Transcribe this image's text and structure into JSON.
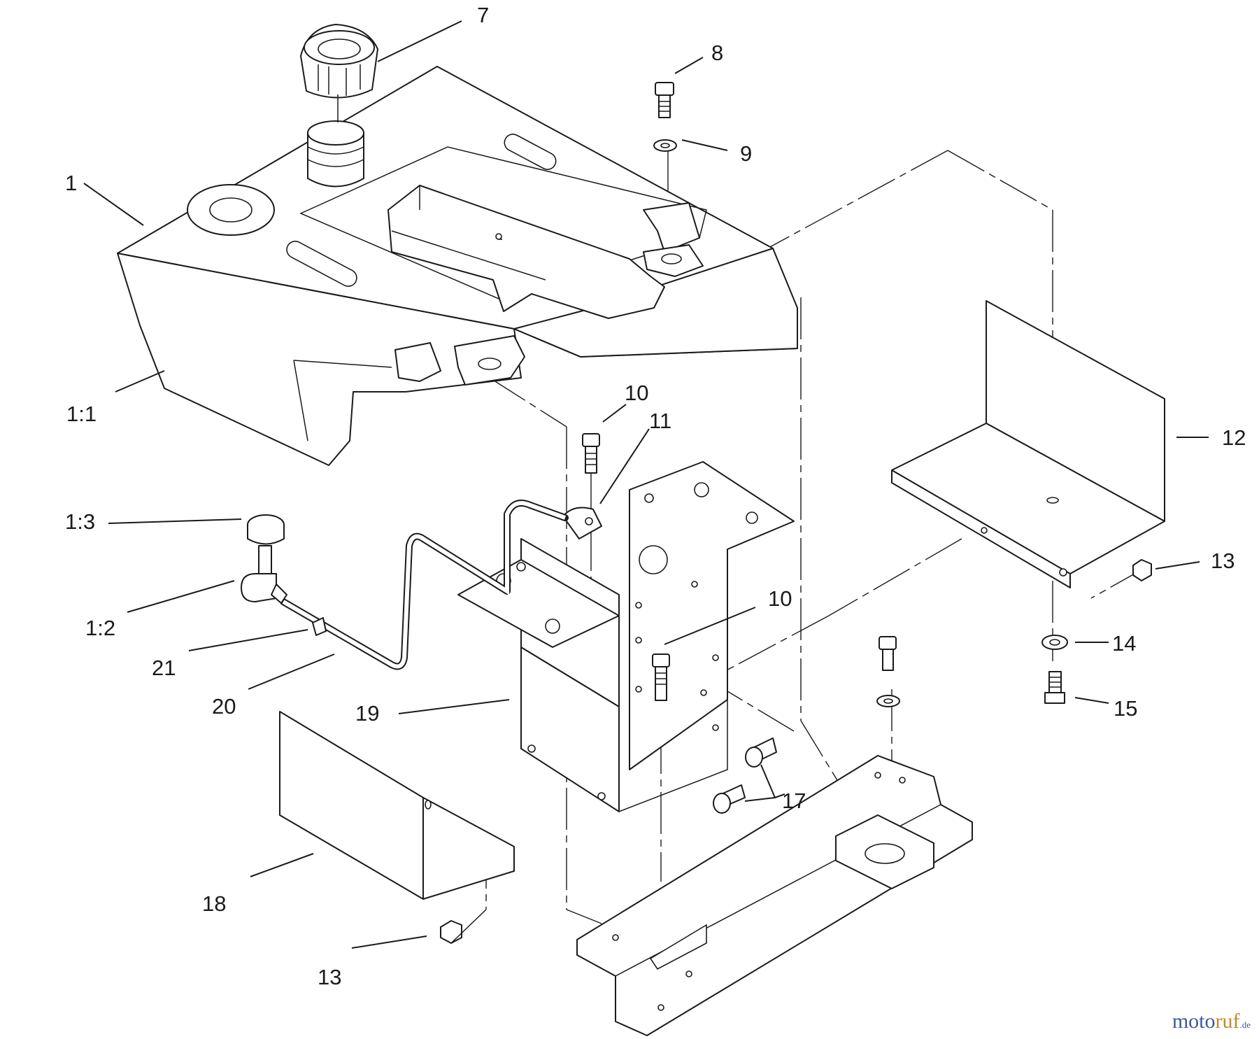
{
  "callouts": [
    {
      "id": "c7",
      "text": "7"
    },
    {
      "id": "c8",
      "text": "8"
    },
    {
      "id": "c9",
      "text": "9"
    },
    {
      "id": "c1",
      "text": "1"
    },
    {
      "id": "c1-1",
      "text": "1:1"
    },
    {
      "id": "c10a",
      "text": "10"
    },
    {
      "id": "c11",
      "text": "11"
    },
    {
      "id": "c12",
      "text": "12"
    },
    {
      "id": "c1-3",
      "text": "1:3"
    },
    {
      "id": "c13a",
      "text": "13"
    },
    {
      "id": "c1-2",
      "text": "1:2"
    },
    {
      "id": "c10b",
      "text": "10"
    },
    {
      "id": "c14",
      "text": "14"
    },
    {
      "id": "c21",
      "text": "21"
    },
    {
      "id": "c20",
      "text": "20"
    },
    {
      "id": "c19",
      "text": "19"
    },
    {
      "id": "c15",
      "text": "15"
    },
    {
      "id": "c17",
      "text": "17"
    },
    {
      "id": "c18",
      "text": "18"
    },
    {
      "id": "c13b",
      "text": "13"
    }
  ],
  "watermark": {
    "part1": "moto",
    "part2": "ruf",
    "part3": ".de"
  }
}
